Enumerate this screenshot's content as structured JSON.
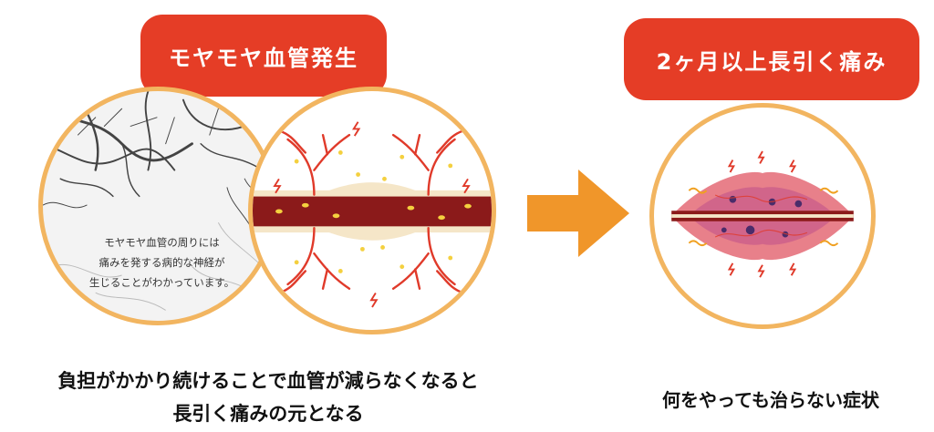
{
  "left": {
    "badge": "モヤモヤ血管発生",
    "note_lines": [
      "モヤモヤ血管の周りには",
      "痛みを発する病的な神経が",
      "生じることがわかっています。"
    ],
    "caption_lines": [
      "負担がかかり続けることで血管が減らなくなると",
      "長引く痛みの元となる"
    ]
  },
  "right": {
    "badge": "2ヶ月以上長引く痛み",
    "caption": "何をやっても治らない症状"
  },
  "colors": {
    "badge": "#e53d26",
    "circle_border": "#f2b560",
    "arrow": "#f0962a",
    "vessel": "#8b1a1a",
    "capillary": "#e03a2a",
    "muscle": "#e8808a"
  }
}
